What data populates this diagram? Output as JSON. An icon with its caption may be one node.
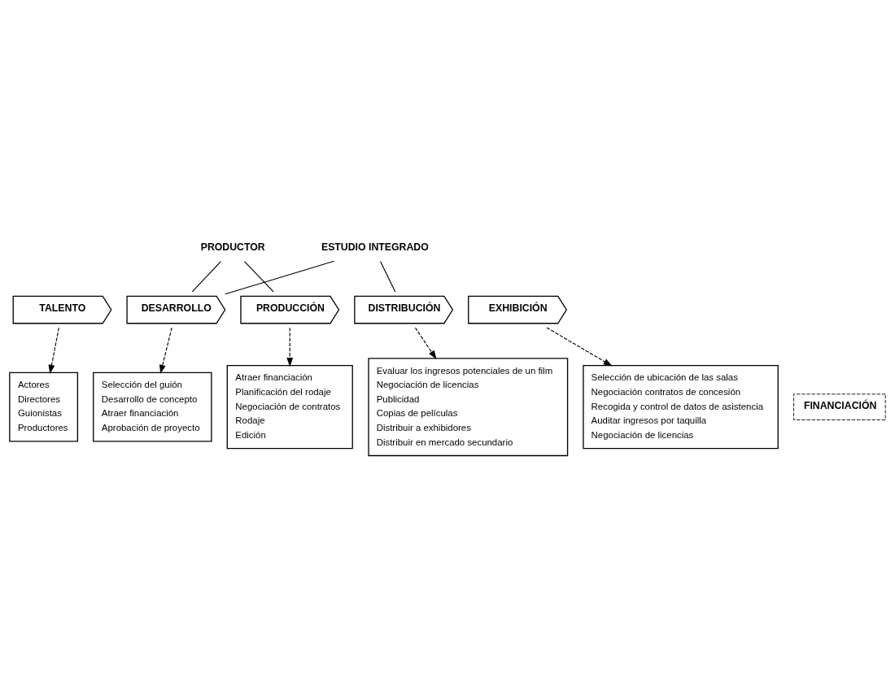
{
  "diagram": {
    "nodes": [
      {
        "text": [
          "ESTUDIO INTEGRADO"
        ]
      },
      {
        "text": [
          "PRODUCTOR"
        ]
      },
      {
        "text": [
          "TALENTO"
        ]
      },
      {
        "text": [
          "DESARROLLO"
        ]
      },
      {
        "text": [
          "PRODUCCIÓN"
        ]
      },
      {
        "text": [
          "DISTRIBUCIÓN"
        ]
      },
      {
        "text": [
          "EXHIBICIÓN"
        ]
      },
      {
        "text": [
          "FINANCIACIÓN"
        ]
      },
      {
        "text": [
          "Actores",
          "Directores",
          "Guionistas",
          "Productores"
        ]
      },
      {
        "text": [
          "Selección del guión",
          "Desarrollo de concepto",
          "Atraer financiación",
          "Aprobación de proyecto"
        ]
      },
      {
        "text": [
          "Atraer financiación",
          "Planificación del rodaje",
          "Negociación de contratos",
          "Rodaje",
          "Edición"
        ]
      },
      {
        "text": [
          "Evaluar los ingresos potenciales de un film",
          "Negociación de licencias",
          "Publicidad",
          "Copias de películas",
          "Distribuir a exhibidores",
          "Distribuir en mercado secundario"
        ]
      },
      {
        "text": [
          "Selección de ubicación de las salas",
          "Negociación contratos de concesión",
          "Recogida y control de datos de asistencia",
          "Auditar ingresos por taquilla",
          "Negociación de licencias"
        ]
      }
    ],
    "edges": [
      {
        "from": 0,
        "to": 3,
        "arrow": "none"
      },
      {
        "from": 0,
        "to": 5,
        "arrow": "none"
      },
      {
        "from": 1,
        "to": 3,
        "arrow": "none"
      },
      {
        "from": 1,
        "to": 4,
        "arrow": "none"
      },
      {
        "from": 2,
        "to": 8,
        "arrow": "to",
        "style": "dashed"
      },
      {
        "from": 3,
        "to": 9,
        "arrow": "to",
        "style": "dashed"
      },
      {
        "from": 4,
        "to": 10,
        "arrow": "to",
        "style": "dashed"
      },
      {
        "from": 5,
        "to": 11,
        "arrow": "to",
        "style": "dashed"
      },
      {
        "from": 6,
        "to": 12,
        "arrow": "to",
        "style": "dashed"
      }
    ]
  }
}
